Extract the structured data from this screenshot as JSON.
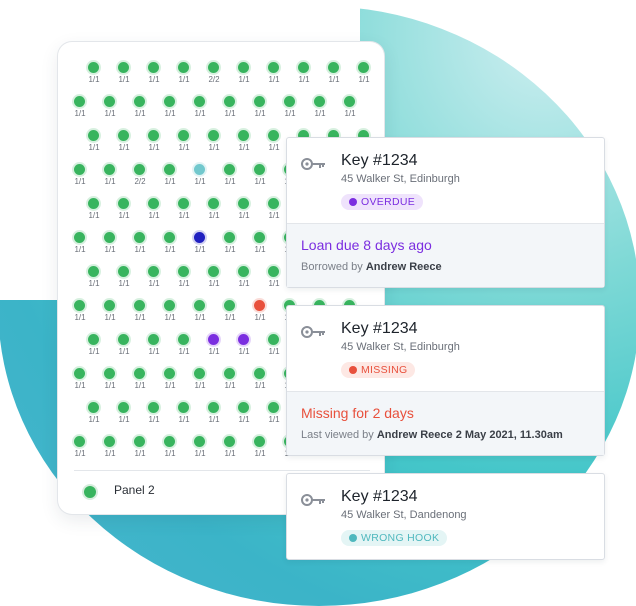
{
  "colors": {
    "green": "#38b45e",
    "teal": "#72c8cd",
    "blue": "#2020c0",
    "purple": "#7b2ee0",
    "red": "#e8503c"
  },
  "panel": {
    "label": "Panel 2",
    "rows": [
      {
        "hooks": [
          {
            "c": "green",
            "l": "1/1"
          },
          {
            "c": "green",
            "l": "1/1"
          },
          {
            "c": "green",
            "l": "1/1"
          },
          {
            "c": "green",
            "l": "1/1"
          },
          {
            "c": "green",
            "l": "2/2"
          },
          {
            "c": "green",
            "l": "1/1"
          },
          {
            "c": "green",
            "l": "1/1"
          },
          {
            "c": "green",
            "l": "1/1"
          },
          {
            "c": "green",
            "l": "1/1"
          },
          {
            "c": "green",
            "l": "1/1"
          }
        ]
      },
      {
        "hooks": [
          {
            "c": "green",
            "l": "1/1"
          },
          {
            "c": "green",
            "l": "1/1"
          },
          {
            "c": "green",
            "l": "1/1"
          },
          {
            "c": "green",
            "l": "1/1"
          },
          {
            "c": "green",
            "l": "1/1"
          },
          {
            "c": "green",
            "l": "1/1"
          },
          {
            "c": "green",
            "l": "1/1"
          },
          {
            "c": "green",
            "l": "1/1"
          },
          {
            "c": "green",
            "l": "1/1"
          },
          {
            "c": "green",
            "l": "1/1"
          }
        ]
      },
      {
        "hooks": [
          {
            "c": "green",
            "l": "1/1"
          },
          {
            "c": "green",
            "l": "1/1"
          },
          {
            "c": "green",
            "l": "1/1"
          },
          {
            "c": "green",
            "l": "1/1"
          },
          {
            "c": "green",
            "l": "1/1"
          },
          {
            "c": "green",
            "l": "1/1"
          },
          {
            "c": "green",
            "l": "1/1"
          },
          {
            "c": "green",
            "l": "1/1"
          },
          {
            "c": "green",
            "l": "1/1"
          },
          {
            "c": "green",
            "l": "1/1"
          }
        ]
      },
      {
        "hooks": [
          {
            "c": "green",
            "l": "1/1"
          },
          {
            "c": "green",
            "l": "1/1"
          },
          {
            "c": "green",
            "l": "2/2"
          },
          {
            "c": "green",
            "l": "1/1"
          },
          {
            "c": "teal",
            "l": "1/1"
          },
          {
            "c": "green",
            "l": "1/1"
          },
          {
            "c": "green",
            "l": "1/1"
          },
          {
            "c": "green",
            "l": "1/1"
          },
          {
            "c": "green",
            "l": "1/1"
          },
          {
            "c": "green",
            "l": "1/1"
          }
        ]
      },
      {
        "hooks": [
          {
            "c": "green",
            "l": "1/1"
          },
          {
            "c": "green",
            "l": "1/1"
          },
          {
            "c": "green",
            "l": "1/1"
          },
          {
            "c": "green",
            "l": "1/1"
          },
          {
            "c": "green",
            "l": "1/1"
          },
          {
            "c": "green",
            "l": "1/1"
          },
          {
            "c": "green",
            "l": "1/1"
          },
          {
            "c": "blue",
            "l": "1/1"
          },
          {
            "c": "green",
            "l": "1/1"
          },
          {
            "c": "green",
            "l": "1/1"
          }
        ]
      },
      {
        "hooks": [
          {
            "c": "green",
            "l": "1/1"
          },
          {
            "c": "green",
            "l": "1/1"
          },
          {
            "c": "green",
            "l": "1/1"
          },
          {
            "c": "green",
            "l": "1/1"
          },
          {
            "c": "blue",
            "l": "1/1"
          },
          {
            "c": "green",
            "l": "1/1"
          },
          {
            "c": "green",
            "l": "1/1"
          },
          {
            "c": "green",
            "l": "1/1"
          },
          {
            "c": "green",
            "l": "1/1"
          },
          {
            "c": "green",
            "l": "1/1"
          }
        ]
      },
      {
        "hooks": [
          {
            "c": "green",
            "l": "1/1"
          },
          {
            "c": "green",
            "l": "1/1"
          },
          {
            "c": "green",
            "l": "1/1"
          },
          {
            "c": "green",
            "l": "1/1"
          },
          {
            "c": "green",
            "l": "1/1"
          },
          {
            "c": "green",
            "l": "1/1"
          },
          {
            "c": "green",
            "l": "1/1"
          },
          {
            "c": "green",
            "l": "1/1"
          },
          {
            "c": "green",
            "l": "1/1"
          },
          {
            "c": "green",
            "l": "1/1"
          }
        ]
      },
      {
        "hooks": [
          {
            "c": "green",
            "l": "1/1"
          },
          {
            "c": "green",
            "l": "1/1"
          },
          {
            "c": "green",
            "l": "1/1"
          },
          {
            "c": "green",
            "l": "1/1"
          },
          {
            "c": "green",
            "l": "1/1"
          },
          {
            "c": "green",
            "l": "1/1"
          },
          {
            "c": "red",
            "l": "1/1"
          },
          {
            "c": "green",
            "l": "1/1"
          },
          {
            "c": "green",
            "l": "1/1"
          },
          {
            "c": "green",
            "l": "1/1"
          }
        ]
      },
      {
        "hooks": [
          {
            "c": "green",
            "l": "1/1"
          },
          {
            "c": "green",
            "l": "1/1"
          },
          {
            "c": "green",
            "l": "1/1"
          },
          {
            "c": "green",
            "l": "1/1"
          },
          {
            "c": "purple",
            "l": "1/1"
          },
          {
            "c": "purple",
            "l": "1/1"
          },
          {
            "c": "green",
            "l": "1/1"
          },
          {
            "c": "green",
            "l": "1/1"
          },
          {
            "c": "green",
            "l": "1/1"
          },
          {
            "c": "green",
            "l": "1/1"
          }
        ]
      },
      {
        "hooks": [
          {
            "c": "green",
            "l": "1/1"
          },
          {
            "c": "green",
            "l": "1/1"
          },
          {
            "c": "green",
            "l": "1/1"
          },
          {
            "c": "green",
            "l": "1/1"
          },
          {
            "c": "green",
            "l": "1/1"
          },
          {
            "c": "green",
            "l": "1/1"
          },
          {
            "c": "green",
            "l": "1/1"
          },
          {
            "c": "green",
            "l": "1/1"
          },
          {
            "c": "green",
            "l": "1/1"
          },
          {
            "c": "green",
            "l": "1/1"
          }
        ]
      },
      {
        "hooks": [
          {
            "c": "green",
            "l": "1/1"
          },
          {
            "c": "green",
            "l": "1/1"
          },
          {
            "c": "green",
            "l": "1/1"
          },
          {
            "c": "green",
            "l": "1/1"
          },
          {
            "c": "green",
            "l": "1/1"
          },
          {
            "c": "green",
            "l": "1/1"
          },
          {
            "c": "green",
            "l": "1/1"
          },
          {
            "c": "green",
            "l": "1/1"
          },
          {
            "c": "green",
            "l": "1/1"
          },
          {
            "c": "green",
            "l": "1/1"
          }
        ]
      },
      {
        "hooks": [
          {
            "c": "green",
            "l": "1/1"
          },
          {
            "c": "green",
            "l": "1/1"
          },
          {
            "c": "green",
            "l": "1/1"
          },
          {
            "c": "green",
            "l": "1/1"
          },
          {
            "c": "green",
            "l": "1/1"
          },
          {
            "c": "green",
            "l": "1/1"
          },
          {
            "c": "green",
            "l": "1/1"
          },
          {
            "c": "green",
            "l": "1/1"
          },
          {
            "c": "green",
            "l": "1/1"
          },
          {
            "c": "green",
            "l": "1/1"
          }
        ]
      }
    ]
  },
  "cards": [
    {
      "title": "Key #1234",
      "address": "45 Walker St, Edinburgh",
      "badge": "OVERDUE",
      "badge_color": "#7b2ee0",
      "badge_bg": "#efe3fc",
      "status": "Loan due 8 days ago",
      "status_color": "#7b2ee0",
      "meta_prefix": "Borrowed by",
      "meta_value": "Andrew Reece"
    },
    {
      "title": "Key #1234",
      "address": "45 Walker St, Edinburgh",
      "badge": "MISSING",
      "badge_color": "#e8503c",
      "badge_bg": "#fde8e4",
      "status": "Missing for 2 days",
      "status_color": "#e8503c",
      "meta_prefix": "Last viewed by",
      "meta_value": "Andrew Reece 2 May 2021, 11.30am"
    },
    {
      "title": "Key #1234",
      "address": "45 Walker St, Dandenong",
      "badge": "WRONG HOOK",
      "badge_color": "#4fb8be",
      "badge_bg": "#e4f5f5"
    }
  ]
}
